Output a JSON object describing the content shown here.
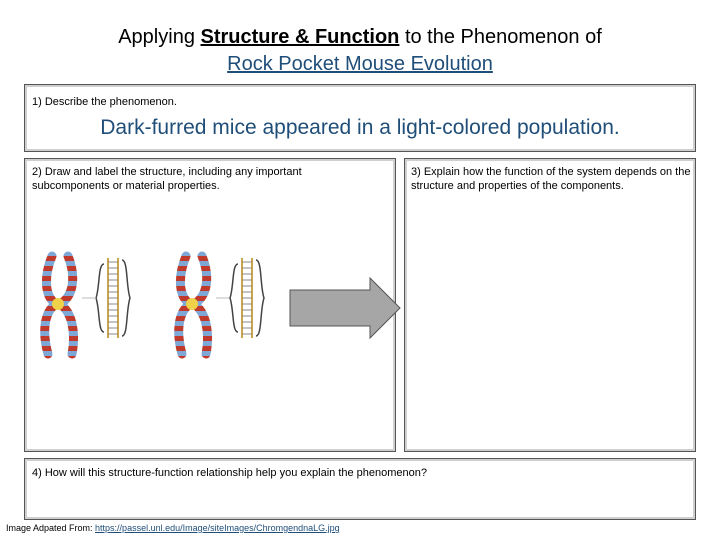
{
  "title": {
    "prefix": "Applying ",
    "emphasis": "Structure & Function",
    "suffix": " to the Phenomenon of",
    "line2": "Rock Pocket Mouse Evolution"
  },
  "section1": {
    "prompt": "1) Describe the phenomenon.",
    "answer": "Dark-furred mice appeared in a light-colored population."
  },
  "section2": {
    "prompt": "2) Draw and label the structure, including any important subcomponents or material properties."
  },
  "section3": {
    "prompt": "3) Explain how the function of the system depends on the structure and properties of the components."
  },
  "section4": {
    "prompt": "4) How will this structure-function relationship help you explain the phenomenon?"
  },
  "footer": {
    "prefix": "Image Adpated From: ",
    "link": "https://passel.unl.edu/Image/siteImages/ChromgendnaLG.jpg"
  },
  "colors": {
    "accent": "#1f4e79",
    "arrow": "#a6a6a6",
    "chromosome_red": "#c0392b",
    "chromosome_blue": "#7fa7d6",
    "centromere": "#f0d24a"
  },
  "icons": [
    "chromosome-dna-illustration",
    "right-arrow-icon"
  ]
}
